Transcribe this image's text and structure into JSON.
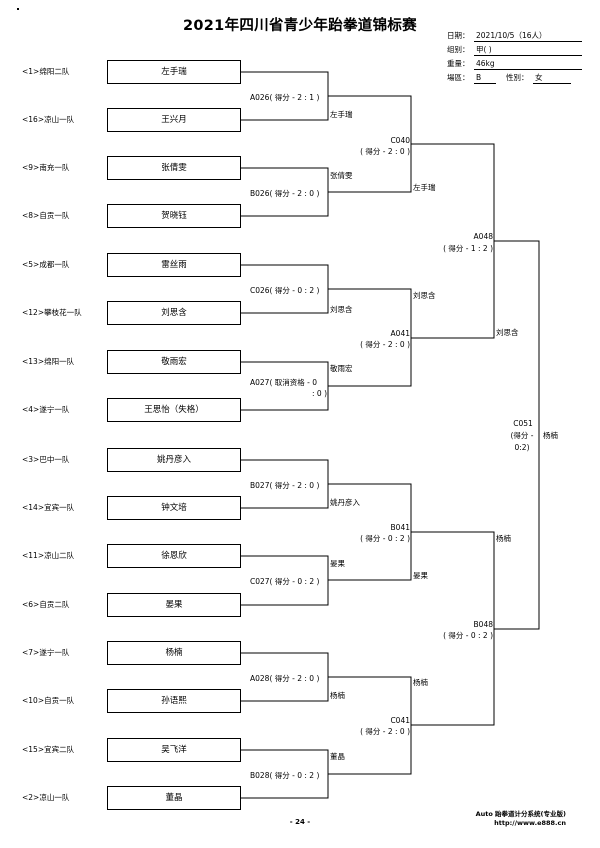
{
  "title": "2021年四川省青少年跆拳道锦标赛",
  "info": {
    "date_label": "日期：",
    "date": "2021/10/5（16人）",
    "group_label": "组别：",
    "group": "甲( )",
    "weight_label": "重量：",
    "weight": "46kg",
    "court_label": "場區：",
    "court": "B",
    "gender_label": "性別：",
    "gender": "女"
  },
  "players": [
    {
      "team": "<1>绵阳二队",
      "name": "左手瑞"
    },
    {
      "team": "<16>凉山一队",
      "name": "王兴月"
    },
    {
      "team": "<9>南充一队",
      "name": "张倩雯"
    },
    {
      "team": "<8>自贡一队",
      "name": "贺晓钰"
    },
    {
      "team": "<5>成都一队",
      "name": "雷丝雨"
    },
    {
      "team": "<12>攀枝花一队",
      "name": "刘思含"
    },
    {
      "team": "<13>绵阳一队",
      "name": "敬雨宏"
    },
    {
      "team": "<4>遂宁一队",
      "name": "王思怡（失格）"
    },
    {
      "team": "<3>巴中一队",
      "name": "姚丹彦入"
    },
    {
      "team": "<14>宜宾一队",
      "name": "钟文培"
    },
    {
      "team": "<11>凉山二队",
      "name": "徐恩欣"
    },
    {
      "team": "<6>自贡二队",
      "name": "晏果"
    },
    {
      "team": "<7>遂宁一队",
      "name": "杨楠"
    },
    {
      "team": "<10>自贡一队",
      "name": "孙语熙"
    },
    {
      "team": "<15>宜宾二队",
      "name": "吴飞洋"
    },
    {
      "team": "<2>凉山一队",
      "name": "董晶"
    }
  ],
  "round1": [
    {
      "match": "A026( 得分 - 2 : 1 )",
      "winner": "左手瑞"
    },
    {
      "match": "B026( 得分 - 2 : 0 )",
      "winner": "张倩雯"
    },
    {
      "match": "C026( 得分 - 0 : 2 )",
      "winner": "刘思含"
    },
    {
      "match": "A027( 取消资格 - 0",
      "match2": ": 0 )",
      "winner": "敬雨宏"
    },
    {
      "match": "B027( 得分 - 2 : 0 )",
      "winner": "姚丹彦入"
    },
    {
      "match": "C027( 得分 - 0 : 2 )",
      "winner": "晏果"
    },
    {
      "match": "A028( 得分 - 2 : 0 )",
      "winner": "杨楠"
    },
    {
      "match": "B028( 得分 - 0 : 2 )",
      "winner": "董晶"
    }
  ],
  "round2": [
    {
      "match": "C040",
      "score": "( 得分 - 2 : 0 )",
      "winner": "左手瑞"
    },
    {
      "match": "A041",
      "score": "( 得分 - 2 : 0 )",
      "winner": "刘思含"
    },
    {
      "match": "B041",
      "score": "( 得分 - 0 : 2 )",
      "winner": "晏果"
    },
    {
      "match": "C041",
      "score": "( 得分 - 2 : 0 )",
      "winner": "杨楠"
    }
  ],
  "round3": [
    {
      "match": "A048",
      "score": "( 得分 - 1 : 2 )",
      "winner": "刘思含"
    },
    {
      "match": "B048",
      "score": "( 得分 - 0 : 2 )",
      "winner": "杨楠"
    }
  ],
  "final": {
    "match": "C051",
    "score1": "(得分 -",
    "score2": "0:2)",
    "winner": "杨楠"
  },
  "footer": {
    "system": "Auto 跆拳道计分系统(专业版)",
    "url": "http://www.e888.cn",
    "page": "- 24 -"
  }
}
